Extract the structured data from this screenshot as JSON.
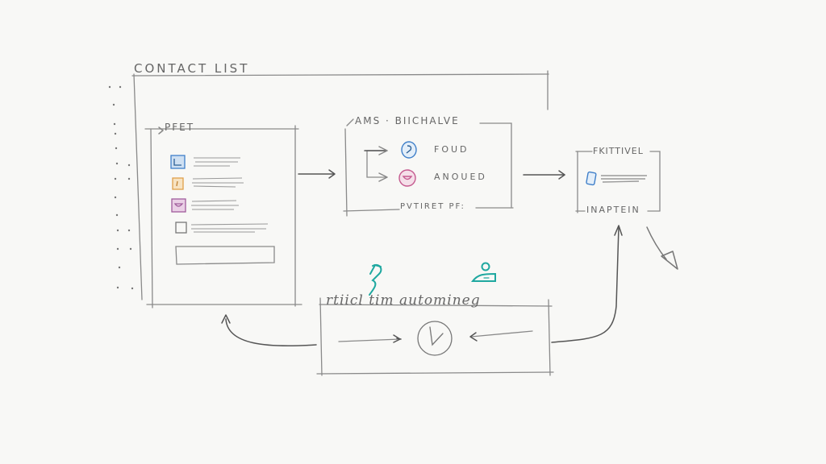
{
  "diagram": {
    "title": "CONTACT LIST",
    "panels": {
      "contact_panel": {
        "label": "PFET"
      },
      "segment_panel": {
        "title": "AMS · BIICHALVE",
        "footer": "PVTIRET PF:",
        "branches": [
          {
            "label": "FOUD",
            "icon": "clock-badge-icon",
            "color": "#3f7fc9"
          },
          {
            "label": "ANOUED",
            "icon": "smile-badge-icon",
            "color": "#c55a8f"
          }
        ]
      },
      "output_panel": {
        "title": "FKITTIVEL",
        "footer": "INAPTEIN"
      },
      "automation_panel": {
        "title": "rtiicl tim automineg"
      }
    },
    "contact_items": [
      {
        "icon": "chart-icon",
        "color": "#3f7fc9",
        "fill": "#cfe0f2"
      },
      {
        "icon": "note-icon",
        "color": "#e0a04a",
        "fill": "#f7e3c2"
      },
      {
        "icon": "smile-icon",
        "color": "#a05c9c",
        "fill": "#ead0e6"
      },
      {
        "icon": "checkbox-icon",
        "color": "#777777",
        "fill": "none"
      }
    ],
    "accent_colors": {
      "teal": "#1fa8a0",
      "blue": "#3f7fc9",
      "pink": "#c55a8f",
      "orange": "#e0a04a",
      "pencil": "#7a7a7a"
    }
  }
}
